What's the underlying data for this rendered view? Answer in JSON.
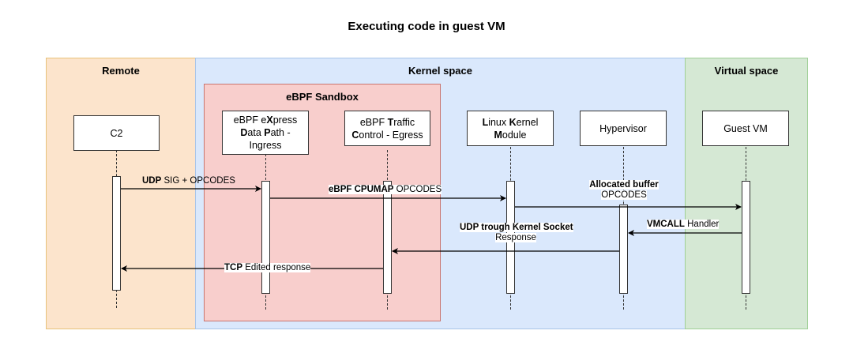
{
  "title": "Executing code in guest VM",
  "regions": {
    "remote": {
      "label": "Remote",
      "fill": "#fce4cc",
      "border": "#e8c27a"
    },
    "kernel": {
      "label": "Kernel space",
      "fill": "#dae8fc",
      "border": "#a8c4e8"
    },
    "virtual": {
      "label": "Virtual space",
      "fill": "#d5e8d4",
      "border": "#9fcf96"
    },
    "sandbox": {
      "label": "eBPF Sandbox",
      "fill": "#f8cecc",
      "border": "#c9756f"
    }
  },
  "actors": {
    "c2": {
      "line1": "C2"
    },
    "xdp": {
      "line1_a": "eBPF e",
      "line1_b": "X",
      "line1_c": "press",
      "line2_a": "D",
      "line2_b": "ata ",
      "line2_c": "P",
      "line2_d": "ath -",
      "line3": "Ingress"
    },
    "tc": {
      "line1_a": "eBPF ",
      "line1_b": "T",
      "line1_c": "raffic",
      "line2_a": "C",
      "line2_b": "ontrol - Egress"
    },
    "lkm": {
      "line1_a": "L",
      "line1_b": "inux ",
      "line1_c": "K",
      "line1_d": "ernel",
      "line2_a": "M",
      "line2_b": "odule"
    },
    "hypervisor": {
      "line1": "Hypervisor"
    },
    "guestvm": {
      "line1": "Guest VM"
    }
  },
  "messages": {
    "m1": {
      "bold": "UDP",
      "text": " SIG + OPCODES"
    },
    "m2": {
      "bold": "eBPF CPUMAP",
      "text": " OPCODES"
    },
    "m3": {
      "bold": "Allocated buffer",
      "text": "OPCODES"
    },
    "m4": {
      "bold": "VMCALL",
      "text": " Handler"
    },
    "m5": {
      "bold": "UDP trough Kernel Socket",
      "text": "Response"
    },
    "m6": {
      "bold": "TCP",
      "text": " Edited response"
    }
  }
}
